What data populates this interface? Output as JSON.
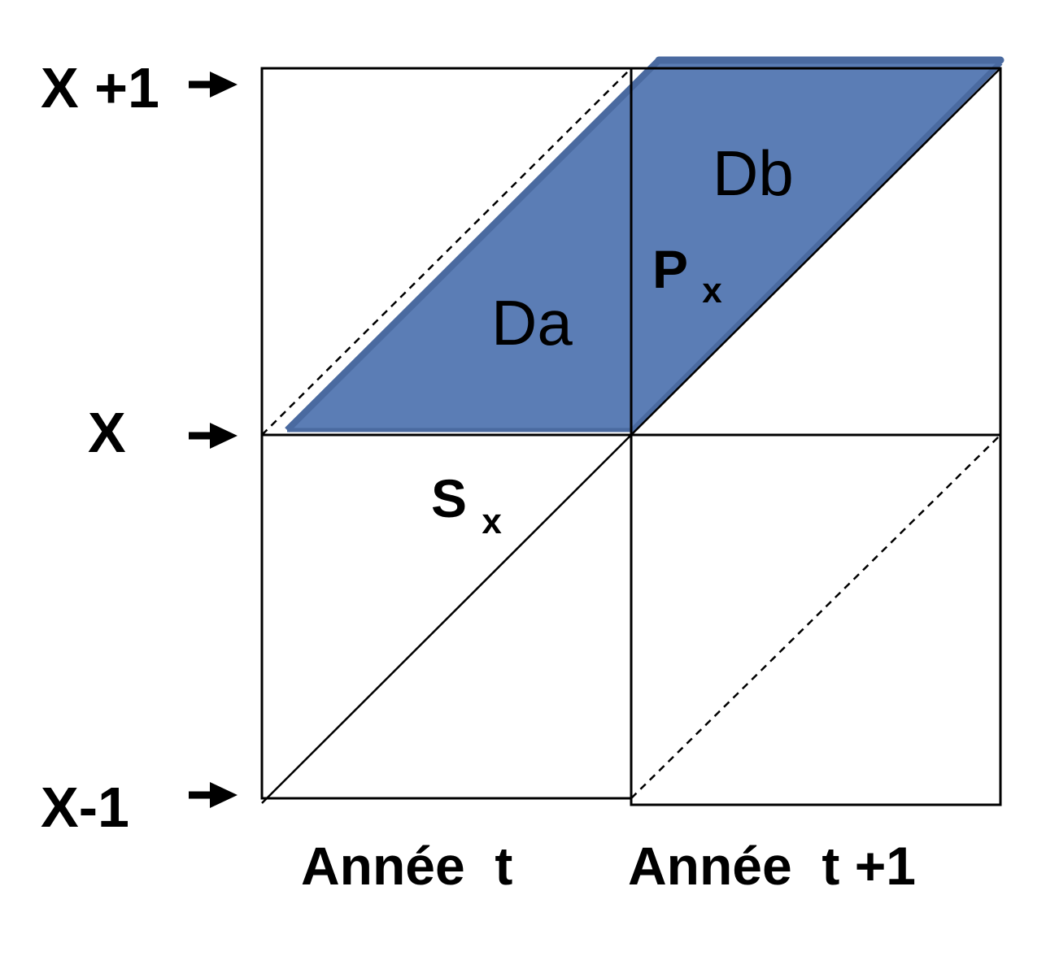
{
  "y_labels": {
    "top": "X +1",
    "middle": "X",
    "bottom": "X-1"
  },
  "x_labels": {
    "left": "Année  t",
    "right": "Année  t +1"
  },
  "regions": {
    "da": "Da",
    "db": "Db",
    "px_main": "P",
    "px_sub": "x",
    "sx_main": "S",
    "sx_sub": "x"
  },
  "colors": {
    "fill": "#5b7db5",
    "edge": "#4a6aa0",
    "line": "#000000"
  }
}
